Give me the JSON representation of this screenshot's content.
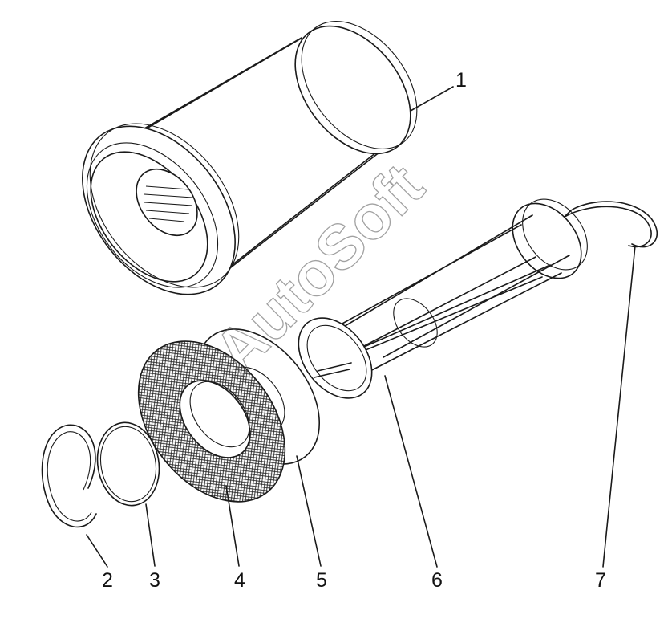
{
  "watermark": "AutoSoft",
  "callouts": [
    {
      "id": "1",
      "label": "1"
    },
    {
      "id": "2",
      "label": "2"
    },
    {
      "id": "3",
      "label": "3"
    },
    {
      "id": "4",
      "label": "4"
    },
    {
      "id": "5",
      "label": "5"
    },
    {
      "id": "6",
      "label": "6"
    },
    {
      "id": "7",
      "label": "7"
    }
  ],
  "colors": {
    "line": "#1a1a1a",
    "background": "#ffffff",
    "watermark": "#555555"
  }
}
